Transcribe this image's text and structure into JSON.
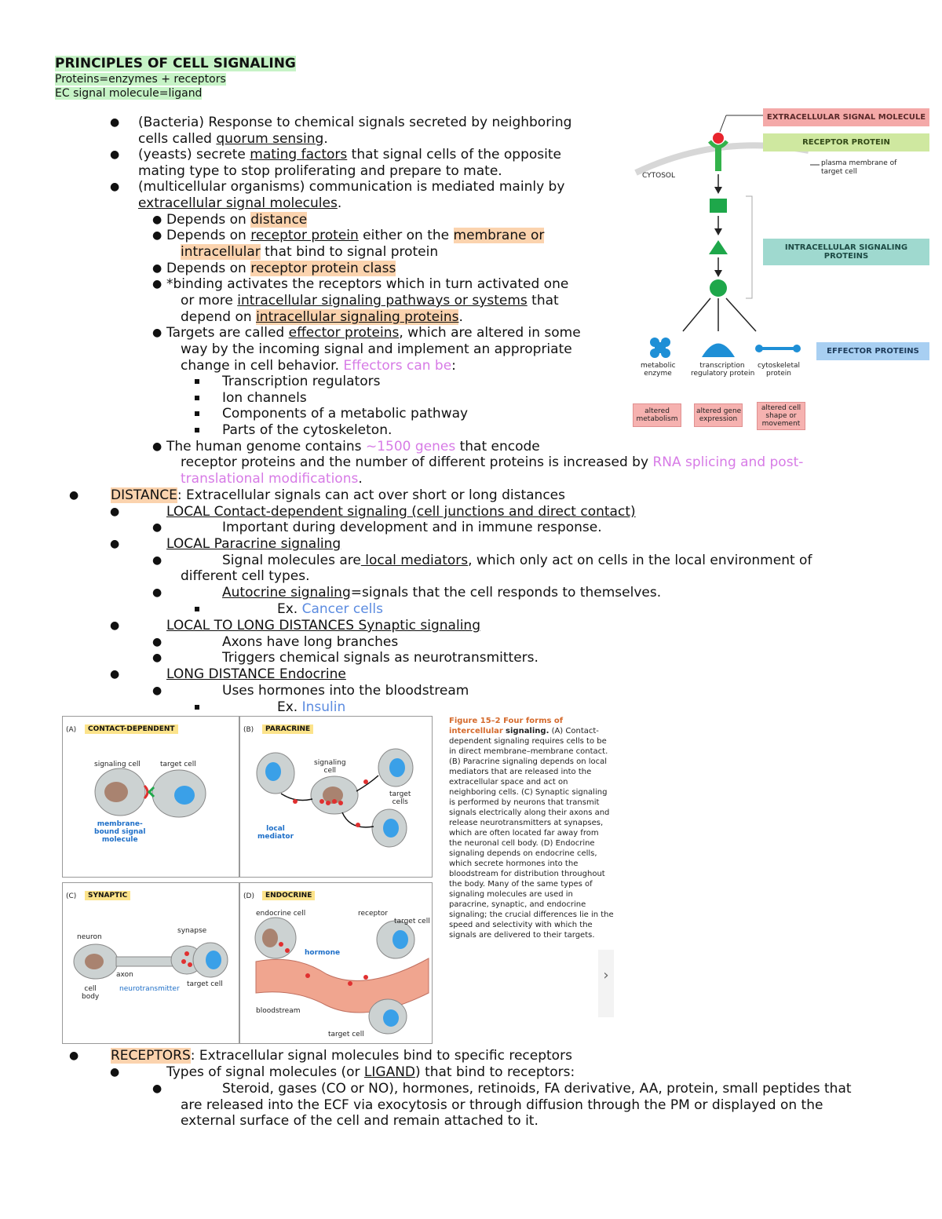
{
  "header": {
    "title": "PRINCIPLES OF CELL SIGNALING",
    "line1": "Proteins=enzymes + receptors",
    "line2": "EC signal molecule=ligand"
  },
  "body": {
    "b1a": "(Bacteria) Response  to chemical signals secreted by neighboring",
    "b1b_pre": "cells called ",
    "b1b_u": "quorum sensing",
    "b1b_post": ".",
    "b2a_pre": "(yeasts) secrete ",
    "b2a_u": "mating factors",
    "b2a_post": " that signal cells of the opposite",
    "b2b": "mating type to stop proliferating and prepare to mate.",
    "b3a": "(multicellular organisms) communication is mediated mainly by",
    "b3b_u": "extracellular signal molecules",
    "b3b_post": ".",
    "d1_pre": "Depends on ",
    "d1_hl": "distance",
    "d2_pre": "Depends on ",
    "d2_u": "receptor protein",
    "d2_mid": " either on the ",
    "d2_hl": "membrane or",
    "d2b_hl": "intracellular",
    "d2b_post": " that bind to signal protein",
    "d3_pre": "Depends on ",
    "d3_hl": "receptor protein class",
    "d4a": "*binding activates the receptors which in turn activated one",
    "d4b_pre": "or more ",
    "d4b_u": "intracellular signaling pathways or systems",
    "d4b_post": " that",
    "d4c_pre": "depend on ",
    "d4c_u": "intracellular signaling proteins",
    "d4c_post": ".",
    "d5a_pre": "Targets are called ",
    "d5a_u": "effector proteins",
    "d5a_post": ",  which are altered in some",
    "d5b": "way by the incoming signal and implement an appropriate",
    "d5c_pre": "change in cell behavior. ",
    "d5c_pink": "Effectors can be",
    "d5c_post": ":",
    "e1": "Transcription regulators",
    "e2": "Ion channels",
    "e3": "Components of a metabolic pathway",
    "e4": "Parts of the cytoskeleton.",
    "g1_pre": "The human genome contains ",
    "g1_pink": "~1500 genes",
    "g1_post": " that encode",
    "g2_pre": "receptor proteins and the number of different proteins is increased by ",
    "g2_pink": "RNA splicing and post-",
    "g3_pink": "translational modifications",
    "g3_post": ".",
    "dist_hl": "DISTANCE",
    "dist_post": ": Extracellular signals can act over short or long distances",
    "l1_u": "LOCAL Contact-dependent signaling (cell junctions  and direct contact)",
    "l1a": "Important during development and in immune response.",
    "l2_u": "LOCAL Paracrine signaling",
    "l2a_pre": "Signal molecules are",
    "l2a_u": " local mediators",
    "l2a_post": ", which only act on cells in the local environment of",
    "l2b": "different cell types.",
    "l2c_u": "Autocrine signaling",
    "l2c_post": "=signals that the cell responds to themselves.",
    "l2d_pre": "Ex. ",
    "l2d_blue": "Cancer cells",
    "l3_u": "LOCAL TO LONG DISTANCES Synaptic signaling",
    "l3a": "Axons have long branches",
    "l3b": "Triggers chemical signals as neurotransmitters.",
    "l4_u": "LONG DISTANCE Endocrine",
    "l4a": "Uses hormones into the bloodstream",
    "l4b_pre": "Ex. ",
    "l4b_blue": "Insulin",
    "rec_hl": "RECEPTORS",
    "rec_post": ": Extracellular signal molecules bind to specific receptors",
    "r1_pre": "Types of signal molecules (or ",
    "r1_u": "LIGAND",
    "r1_post": ") that bind to receptors:",
    "r2a": "Steroid, gases (CO or NO), hormones, retinoids, FA derivative, AA, protein, small peptides that",
    "r2b": "are released into the ECF via exocytosis or through diffusion through the PM or displayed on the",
    "r2c": "external surface of the cell and remain attached to it."
  },
  "figure1": {
    "label_ext": "EXTRACELLULAR SIGNAL MOLECULE",
    "label_rec": "RECEPTOR PROTEIN",
    "label_pm": "plasma membrane of",
    "label_pm2": "target cell",
    "label_cytosol": "CYTOSOL",
    "label_intra": "INTRACELLULAR SIGNALING PROTEINS",
    "label_eff": "EFFECTOR PROTEINS",
    "eff1a": "metabolic",
    "eff1b": "enzyme",
    "eff2a": "transcription",
    "eff2b": "regulatory protein",
    "eff3a": "cytoskeletal",
    "eff3b": "protein",
    "out1a": "altered",
    "out1b": "metabolism",
    "out2a": "altered gene",
    "out2b": "expression",
    "out3a": "altered cell",
    "out3b": "shape or",
    "out3c": "movement",
    "colors": {
      "pink": "#f4a9a8",
      "green": "#cfe8a0",
      "teal": "#9fd9cf",
      "blue": "#a8cff2",
      "effector": "#1e8fd6",
      "signal": "#1ea74a"
    }
  },
  "figure2": {
    "a_tag": "(A)",
    "a_title": "CONTACT-DEPENDENT",
    "a_sig": "signaling cell",
    "a_tgt": "target cell",
    "a_mem1": "membrane-",
    "a_mem2": "bound signal",
    "a_mem3": "molecule",
    "b_tag": "(B)",
    "b_title": "PARACRINE",
    "b_sig1": "signaling",
    "b_sig2": "cell",
    "b_tgt1": "target",
    "b_tgt2": "cells",
    "b_loc1": "local",
    "b_loc2": "mediator",
    "c_tag": "(C)",
    "c_title": "SYNAPTIC",
    "c_neuron": "neuron",
    "c_syn": "synapse",
    "c_axon": "axon",
    "c_body1": "cell",
    "c_body2": "body",
    "c_nt": "neurotransmitter",
    "c_tgt": "target cell",
    "d_tag": "(D)",
    "d_title": "ENDOCRINE",
    "d_endo": "endocrine cell",
    "d_rec": "receptor",
    "d_tgt": "target cell",
    "d_hormone": "hormone",
    "d_blood": "bloodstream",
    "d_tgt2": "target cell",
    "caption_title": "Figure 15–2 Four forms of intercellular",
    "caption_title2": "signaling.",
    "caption": "(A) Contact-dependent signaling requires cells to be in direct membrane–membrane contact. (B) Paracrine signaling depends on local mediators that are released into the extracellular space and act on neighboring cells. (C) Synaptic signaling is performed by neurons that transmit signals electrically along their axons and release neurotransmitters at synapses, which are often located far away from the neuronal cell body. (D) Endocrine signaling depends on endocrine cells, which secrete hormones into the bloodstream for distribution throughout the body. Many of the same types of signaling molecules are used in paracrine, synaptic, and endocrine signaling; the crucial differences lie in the speed and selectivity with which the signals are delivered to their targets.",
    "next_icon": "›"
  }
}
